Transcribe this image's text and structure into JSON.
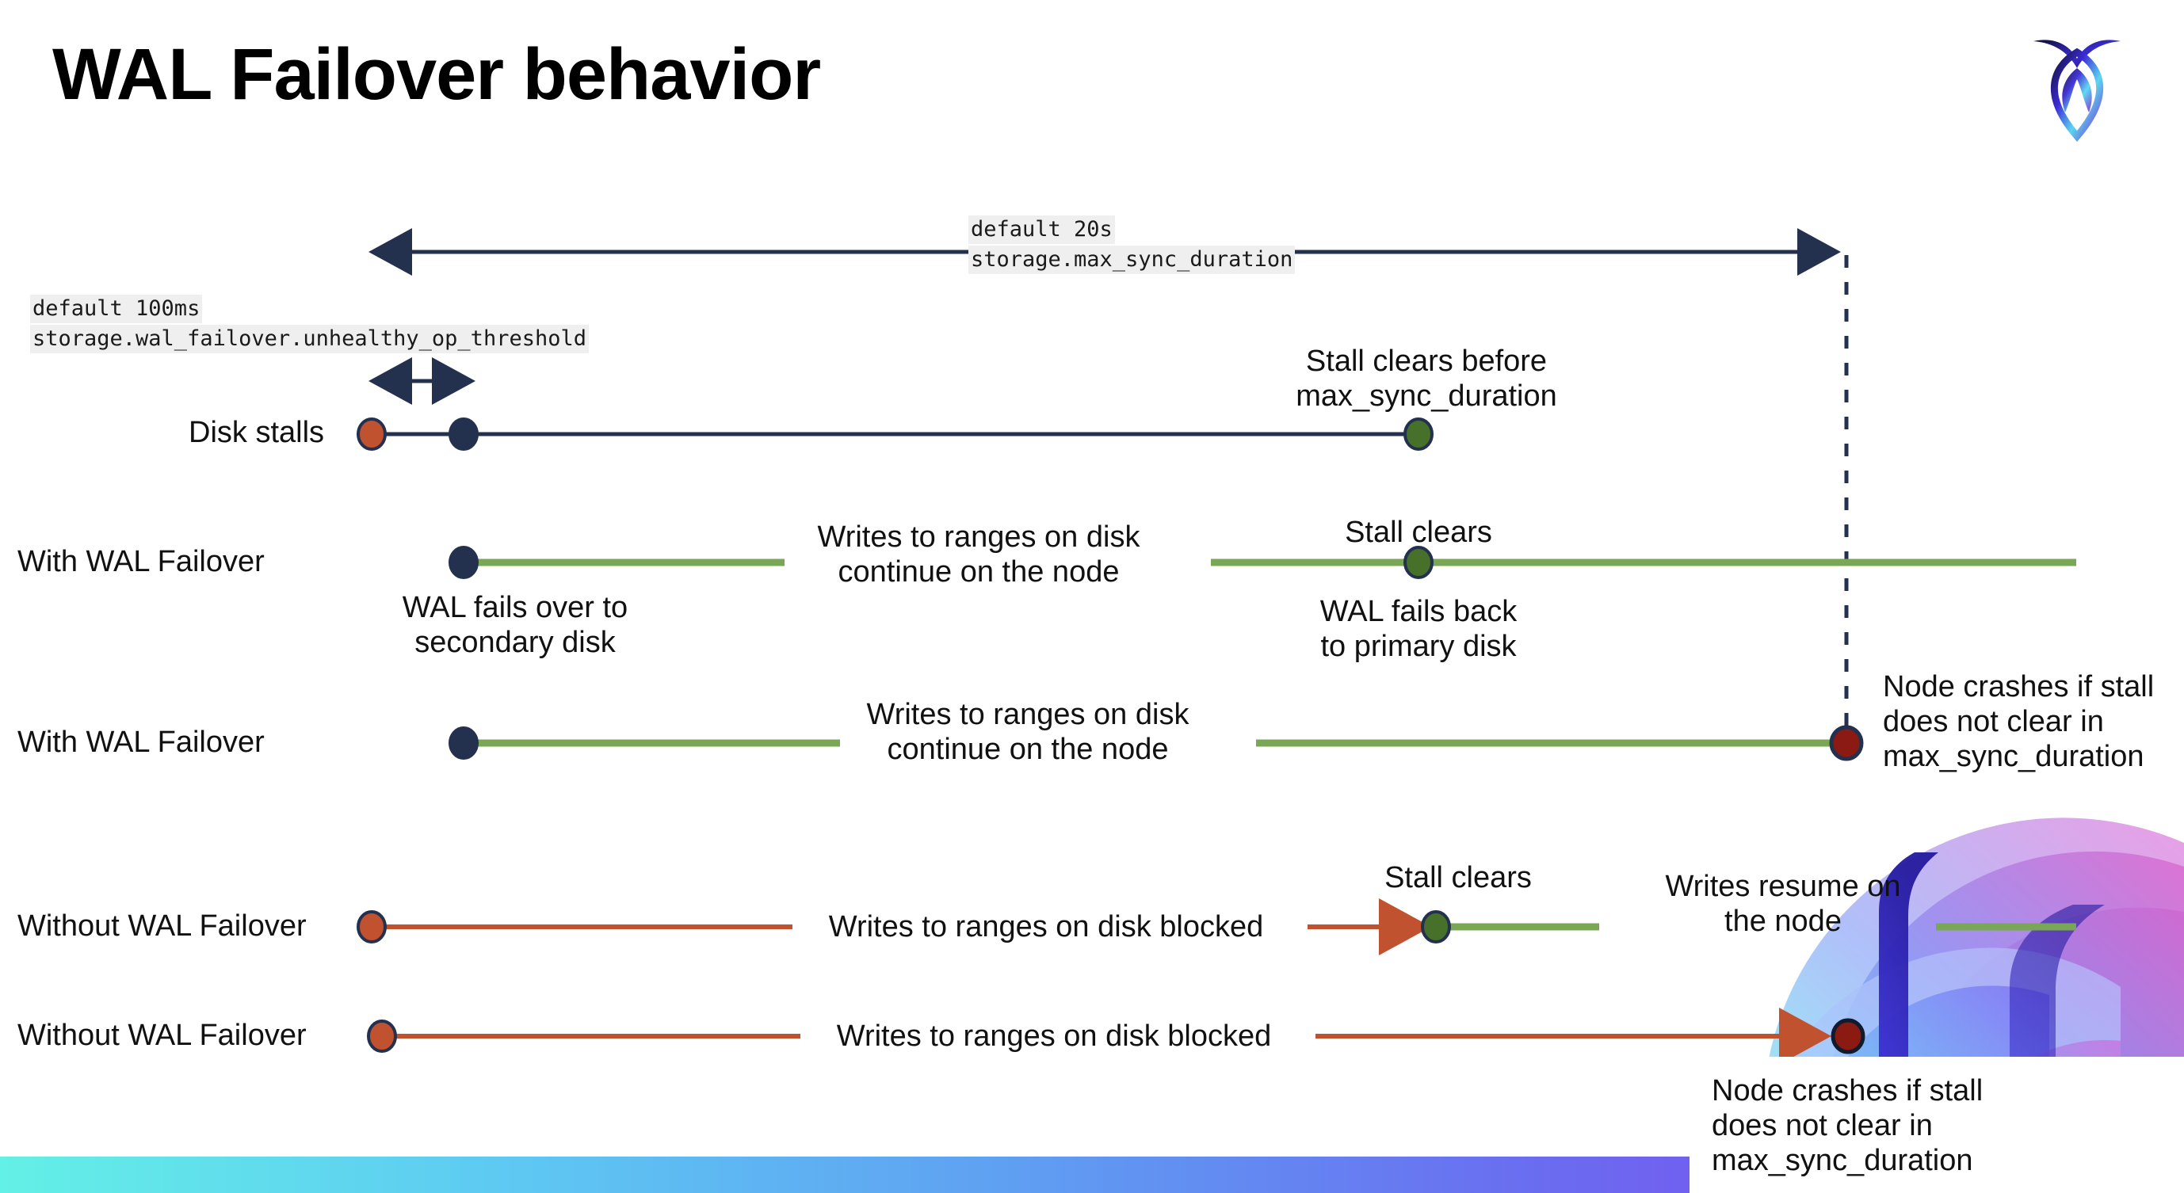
{
  "slide": {
    "title": "WAL Failover behavior",
    "logo_name": "cockroachdb-logo"
  },
  "colors": {
    "navy": "#23314f",
    "orange": "#c0522f",
    "green_line": "#7aa755",
    "green_dot": "#47702a",
    "dark_red": "#8b1a13",
    "code_bg": "#efefef",
    "bar_gradient_start": "#63f0e6",
    "bar_gradient_end": "#9b3df0"
  },
  "annotations": {
    "max_sync": {
      "default": "default 20s",
      "setting": "storage.max_sync_duration"
    },
    "unhealthy_op": {
      "default": "default 100ms",
      "setting": "storage.wal_failover.unhealthy_op_threshold"
    }
  },
  "rows": [
    {
      "id": "disk-stalls",
      "label": "Disk stalls",
      "notes": [
        {
          "id": "stall-clears-before",
          "text": "Stall clears before\nmax_sync_duration"
        }
      ]
    },
    {
      "id": "with-wal-failover-1",
      "label": "With WAL Failover",
      "notes": [
        {
          "id": "wal-fails-over",
          "text": "WAL fails over to\nsecondary disk"
        },
        {
          "id": "writes-continue-1",
          "text": "Writes to ranges on disk\ncontinue on the node"
        },
        {
          "id": "stall-clears-1",
          "text": "Stall clears"
        },
        {
          "id": "wal-fails-back",
          "text": "WAL fails  back\nto primary disk"
        }
      ]
    },
    {
      "id": "with-wal-failover-2",
      "label": "With WAL Failover",
      "notes": [
        {
          "id": "writes-continue-2",
          "text": "Writes to ranges on disk\ncontinue on the node"
        },
        {
          "id": "node-crashes-1",
          "text": "Node crashes if stall\ndoes not clear in\nmax_sync_duration"
        }
      ]
    },
    {
      "id": "without-wal-failover-1",
      "label": "Without WAL Failover",
      "notes": [
        {
          "id": "writes-blocked-1",
          "text": "Writes to ranges on disk  blocked"
        },
        {
          "id": "stall-clears-2",
          "text": "Stall clears"
        },
        {
          "id": "writes-resume",
          "text": "Writes resume on\nthe node"
        }
      ]
    },
    {
      "id": "without-wal-failover-2",
      "label": "Without WAL Failover",
      "notes": [
        {
          "id": "writes-blocked-2",
          "text": "Writes to ranges on disk  blocked"
        },
        {
          "id": "node-crashes-2",
          "text": "Node crashes if stall\ndoes not clear in\nmax_sync_duration"
        }
      ]
    }
  ]
}
